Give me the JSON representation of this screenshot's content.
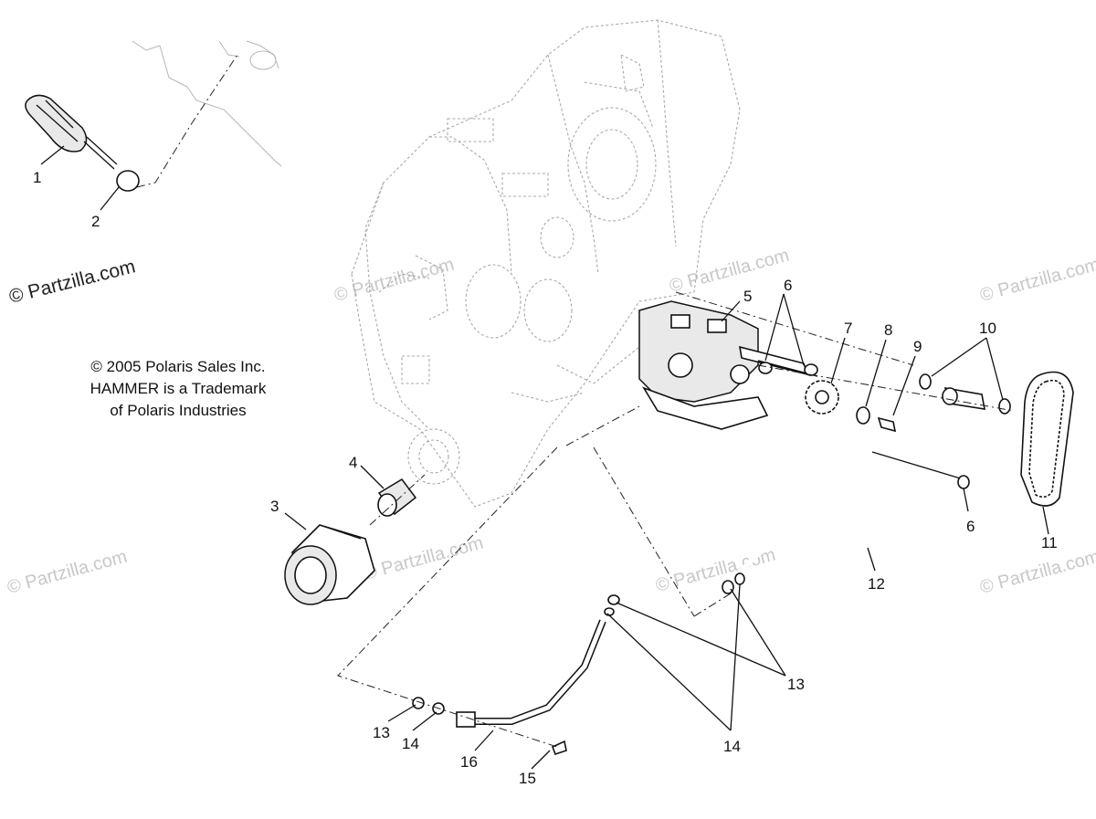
{
  "watermarks": {
    "main": "© Partzilla.com",
    "faint": "© Partzilla.com"
  },
  "copyright": {
    "line1": "© 2005 Polaris Sales Inc.",
    "line2": "HAMMER is a Trademark",
    "line3": "of Polaris Industries"
  },
  "callouts": {
    "c1": "1",
    "c2": "2",
    "c3": "3",
    "c4": "4",
    "c5": "5",
    "c6a": "6",
    "c6b": "6",
    "c7": "7",
    "c8": "8",
    "c9": "9",
    "c10": "10",
    "c11": "11",
    "c12": "12",
    "c13a": "13",
    "c13b": "13",
    "c14a": "14",
    "c14b": "14",
    "c15": "15",
    "c16": "16"
  },
  "colors": {
    "line": "#111111",
    "ghost": "#a9a9a9",
    "watermark": "#c8c8c8"
  }
}
